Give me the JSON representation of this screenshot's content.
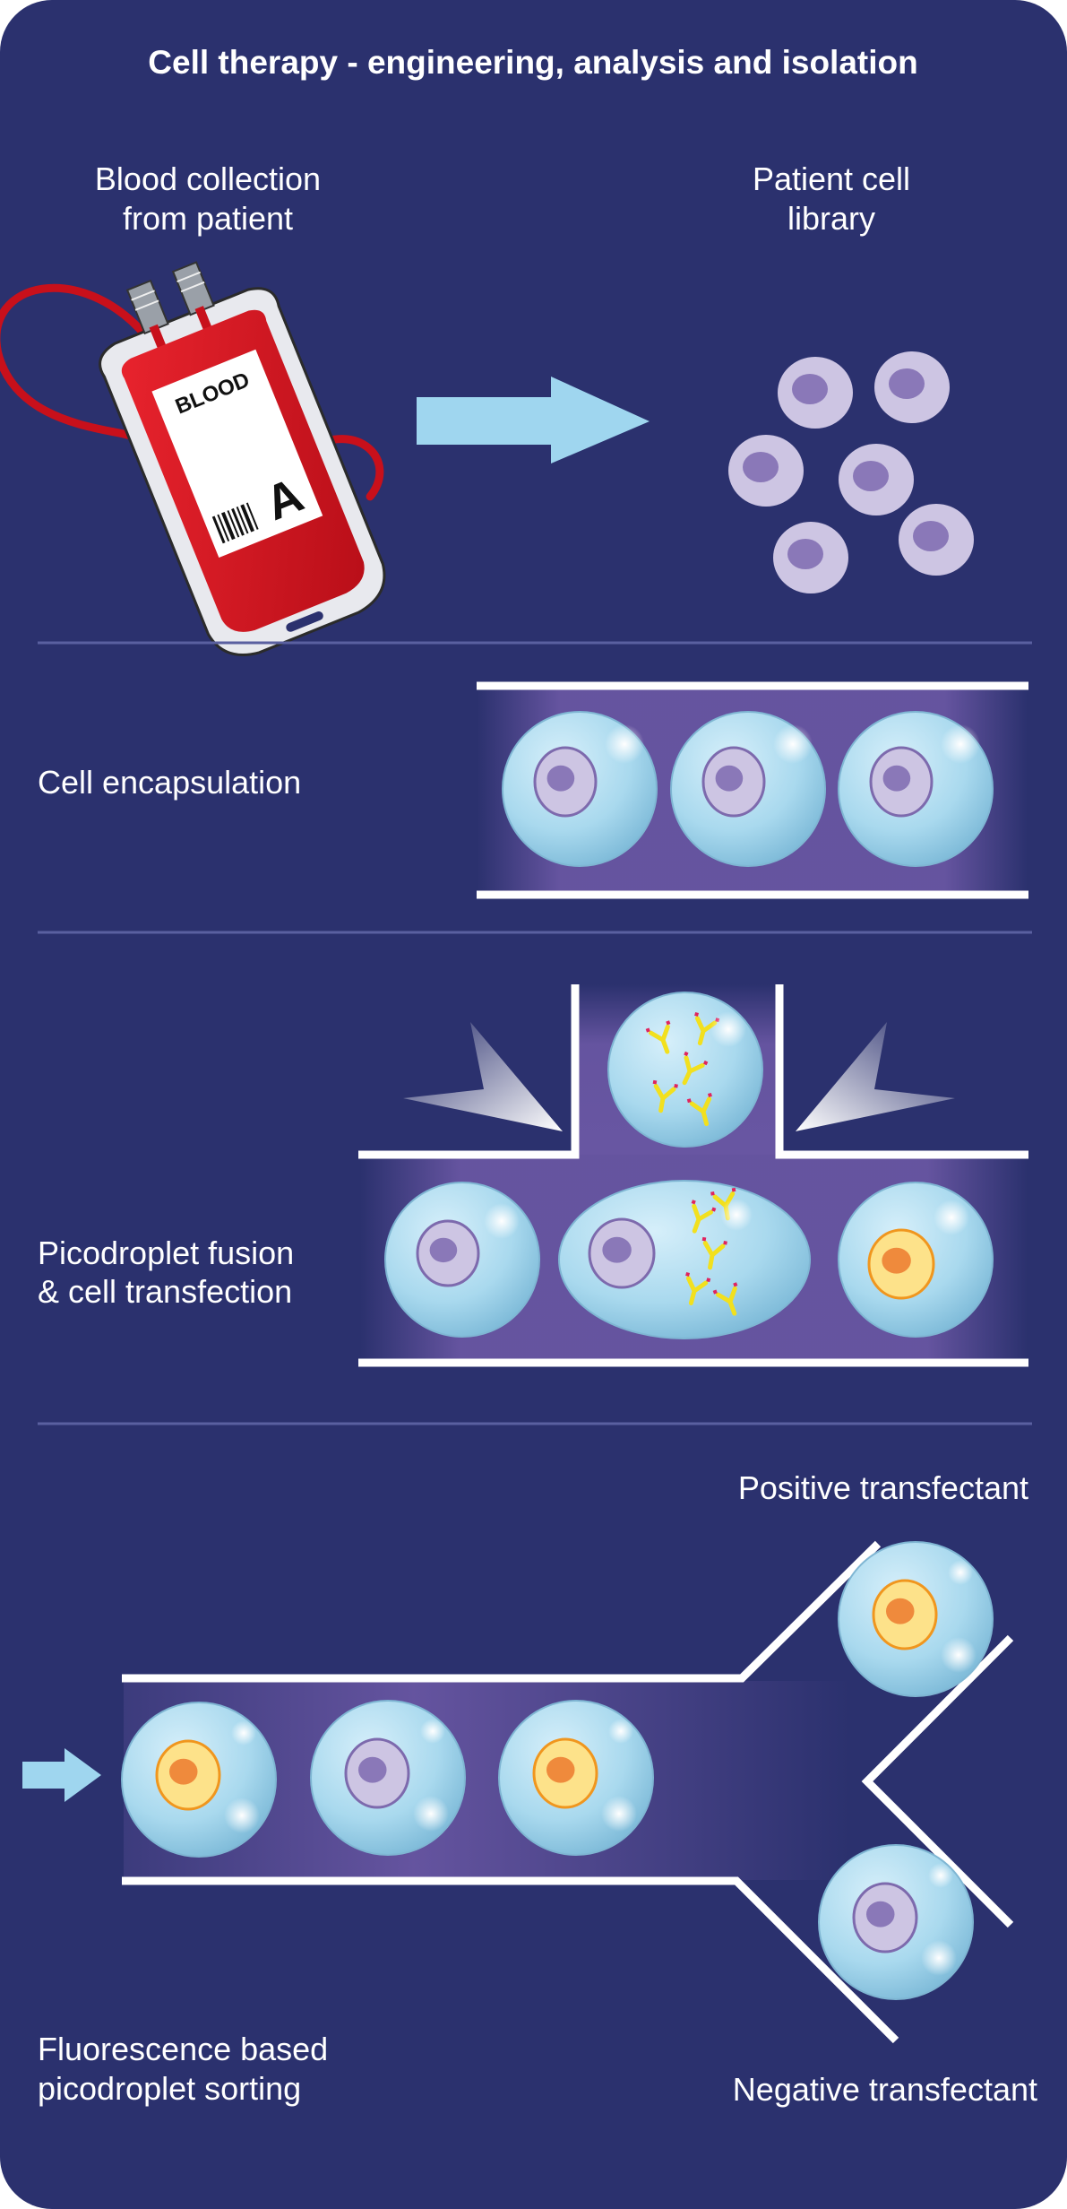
{
  "title": "Cell therapy - engineering, analysis and isolation",
  "colors": {
    "background": "#2b316e",
    "droplet": "#a9d9ee",
    "cell": "#cdc5e3",
    "nucleus": "#8a78b8",
    "transfected_cell": "#fde28a",
    "transfected_nucleus": "#ef8a3c",
    "arrow": "#9fd6ef",
    "blood_bag": "#d8121e",
    "antibody": "#f2e01e"
  },
  "sections": {
    "blood": {
      "label_line1": "Blood collection",
      "label_line2": "from patient",
      "bag_text": "BLOOD",
      "bag_type": "A"
    },
    "library": {
      "label_line1": "Patient cell",
      "label_line2": "library"
    },
    "encapsulation": {
      "label": "Cell encapsulation"
    },
    "fusion": {
      "label_line1": "Picodroplet fusion",
      "label_line2": "& cell transfection"
    },
    "sorting": {
      "label_line1": "Fluorescence based",
      "label_line2": "picodroplet sorting",
      "positive_label": "Positive transfectant",
      "negative_label": "Negative transfectant"
    }
  }
}
